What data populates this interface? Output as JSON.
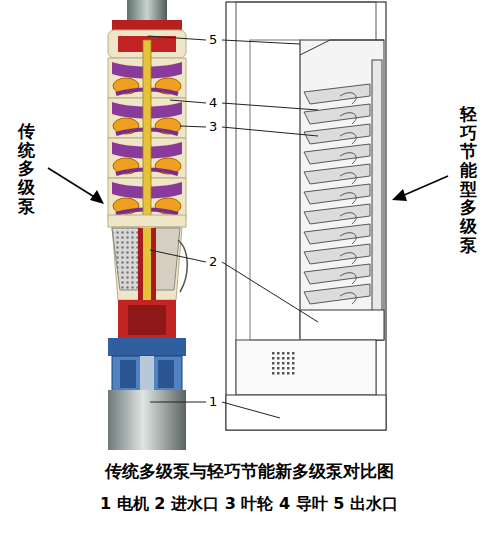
{
  "diagram": {
    "caption": "传统多级泵与轻巧节能新多级泵对比图",
    "labels": [
      "5",
      "4",
      "3",
      "2",
      "1",
      "传统多级泵",
      "轻巧节能型多级泵",
      "1 电机 2 进水口 3 叶轮 4 导叶 5 出水口"
    ]
  }
}
